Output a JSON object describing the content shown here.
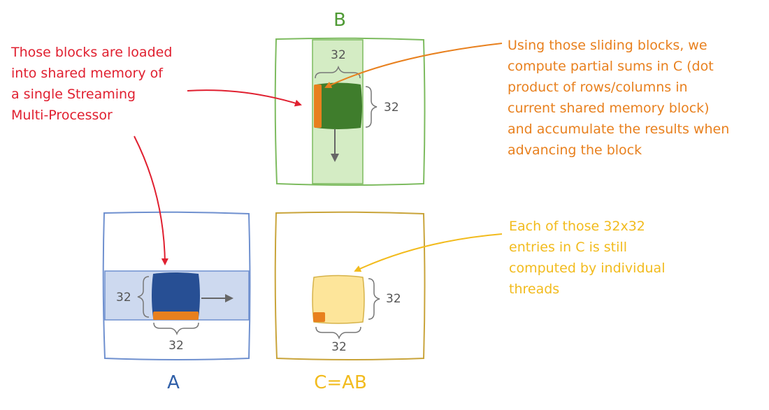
{
  "matrices": {
    "a": {
      "label": "A",
      "color": "#2f5fa8"
    },
    "b": {
      "label": "B",
      "color": "#4f9a35"
    },
    "c": {
      "label": "C=AB",
      "color": "#f2bb1d"
    }
  },
  "dimensions": {
    "b_width": "32",
    "b_height": "32",
    "a_height": "32",
    "a_width": "32",
    "c_height": "32",
    "c_width": "32"
  },
  "notes": {
    "shared_memory": [
      "Those blocks are loaded",
      "into shared memory of",
      "a single Streaming",
      "Multi-Processor"
    ],
    "partial_sums": [
      "Using those sliding blocks, we",
      "compute partial sums in C (dot",
      "product of rows/columns in",
      "current shared memory block)",
      "and accumulate the results when",
      "advancing the block"
    ],
    "threads": [
      "Each of those 32x32",
      "entries in C is still",
      "computed by individual",
      "threads"
    ]
  },
  "colors": {
    "red": "#e02030",
    "orange": "#e8801e",
    "yellow": "#f2bb1d",
    "green_block": "#3f7d2c",
    "blue_block": "#274f94",
    "c_block": "#fde59a",
    "arrow_gray": "#666666"
  }
}
